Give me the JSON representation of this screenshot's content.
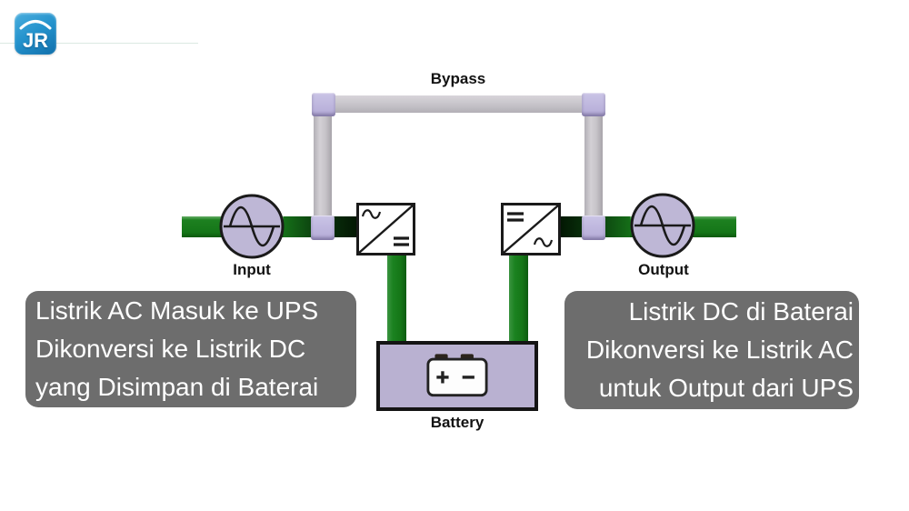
{
  "logo": {
    "text": "JR"
  },
  "diagram": {
    "bypass_label": "Bypass",
    "input_label": "Input",
    "output_label": "Output",
    "battery_label": "Battery",
    "colors": {
      "pipe_green": "#157618",
      "pipe_green_dark": "#09330c",
      "pipe_gray": "#c9c6cc",
      "junction_lavender": "#bcb3da",
      "node_lavender": "#beb7d6",
      "converter_fill": "#ffffff",
      "outline": "#1a1a1a",
      "battery_fill": "#b9b1d1"
    }
  },
  "captions": {
    "left": {
      "lines": [
        "Listrik AC Masuk ke UPS",
        "Dikonversi ke Listrik DC",
        "yang Disimpan di Baterai"
      ],
      "bg_color": "#6d6d6d",
      "text_color": "#ffffff"
    },
    "right": {
      "lines": [
        "Listrik DC di Baterai",
        "Dikonversi ke Listrik AC",
        "untuk Output dari UPS"
      ],
      "bg_color": "#6d6d6d",
      "text_color": "#ffffff"
    }
  }
}
